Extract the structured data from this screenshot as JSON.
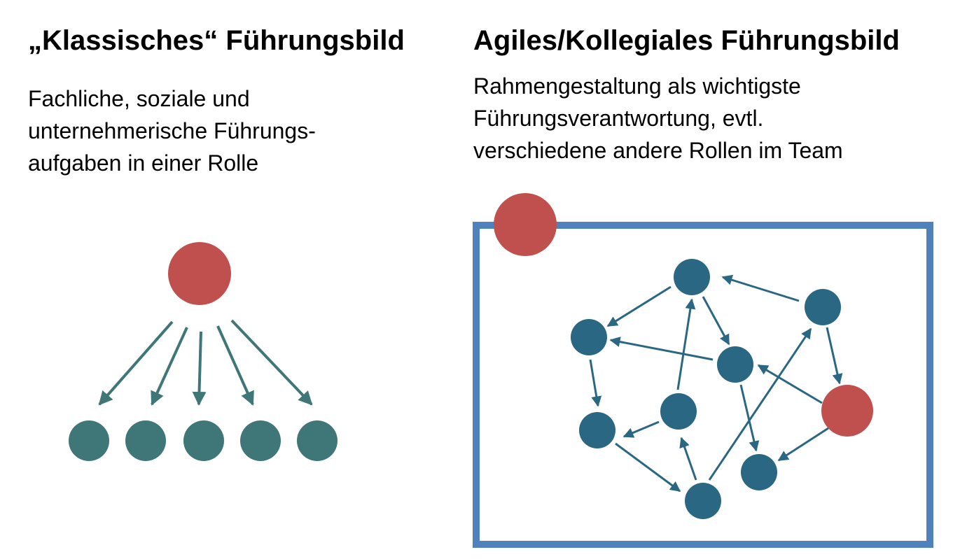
{
  "left_panel": {
    "title": "„Klassisches“ Führungsbild",
    "description_lines": [
      "Fachliche, soziale und",
      "unternehmerische Führungs-",
      "aufgaben in einer Rolle"
    ]
  },
  "right_panel": {
    "title": "Agiles/Kollegiales Führungsbild",
    "description_lines": [
      "Rahmengestaltung als wichtigste",
      "Führungsverantwortung, evtl.",
      "verschiedene andere Rollen im Team"
    ]
  },
  "colors": {
    "leader": "#c0504d",
    "classic_member": "#3f7677",
    "classic_arrow": "#3f7677",
    "agile_member": "#2a6782",
    "agile_arrow": "#2a6782",
    "frame": "#4f81bd"
  }
}
